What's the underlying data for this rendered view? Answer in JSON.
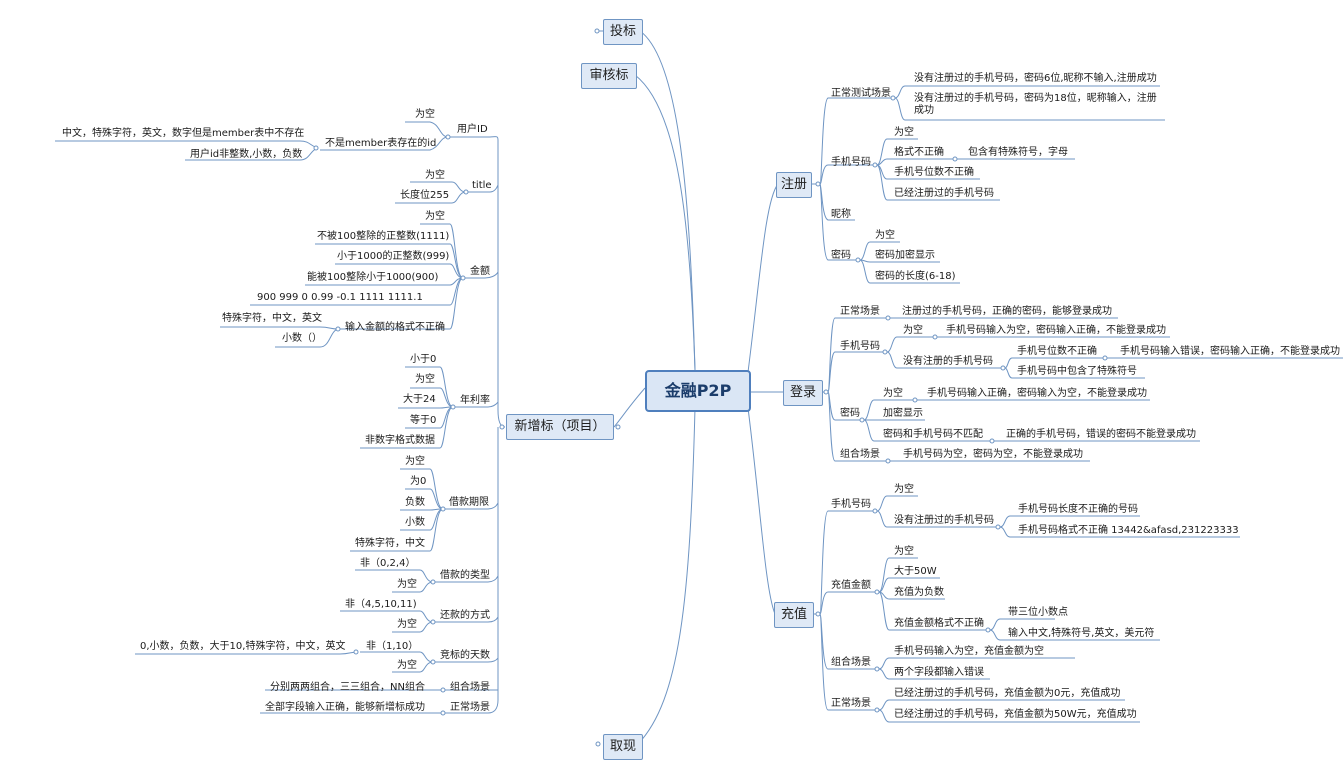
{
  "root": "金融P2P",
  "branches": {
    "toubiao": "投标",
    "shenhe": "审核标",
    "xinzeng": "新增标（项目）",
    "quxian": "取现",
    "zhuce": "注册",
    "denglu": "登录",
    "chongzhi": "充值"
  },
  "xinzeng": {
    "userid": {
      "label": "用户ID",
      "empty": "为空",
      "not_member": "不是member表存在的id",
      "nm1": "中文，特殊字符，英文，数字但是member表中不存在",
      "nm2": "用户id非整数,小数，负数"
    },
    "title": {
      "label": "title",
      "empty": "为空",
      "len": "长度位255"
    },
    "amount": {
      "label": "金额",
      "empty": "为空",
      "a1": "不被100整除的正整数(1111)",
      "a2": "小于1000的正整数(999)",
      "a3": "能被100整除小于1000(900)",
      "a4": "900    999    0    0.99   -0.1      1111 1111.1",
      "fmt": "输入金额的格式不正确",
      "f1": "特殊字符，中文，英文",
      "f2": "小数（）"
    },
    "rate": {
      "label": "年利率",
      "r1": "小于0",
      "r2": "为空",
      "r3": "大于24",
      "r4": "等于0",
      "r5": "非数字格式数据"
    },
    "term": {
      "label": "借款期限",
      "t1": "为空",
      "t2": "为0",
      "t3": "负数",
      "t4": "小数",
      "t5": "特殊字符，中文"
    },
    "loantype": {
      "label": "借款的类型",
      "v1": "非（0,2,4）",
      "v2": "为空"
    },
    "repay": {
      "label": "还款的方式",
      "v1": "非（4,5,10,11)",
      "v2": "为空"
    },
    "days": {
      "label": "竞标的天数",
      "v1": "非（1,10）",
      "v1a": "0,小数，负数，大于10,特殊字符，中文，英文",
      "v2": "为空"
    },
    "combo": {
      "label": "组合场景",
      "v1": "分别两两组合，三三组合，NN组合"
    },
    "normal": {
      "label": "正常场景",
      "v1": "全部字段输入正确，能够新增标成功"
    }
  },
  "zhuce": {
    "normal": {
      "label": "正常测试场景",
      "n1": "没有注册过的手机号码，密码6位,昵称不输入,注册成功",
      "n2": "没有注册过的手机号码，密码为18位，昵称输入，注册成功"
    },
    "phone": {
      "label": "手机号码",
      "p1": "为空",
      "p2": "格式不正确",
      "p2a": "包含有特殊符号，字母",
      "p3": "手机号位数不正确",
      "p4": "已经注册过的手机号码"
    },
    "nick": {
      "label": "昵称"
    },
    "pwd": {
      "label": "密码",
      "w1": "为空",
      "w2": "密码加密显示",
      "w3": "密码的长度(6-18)"
    }
  },
  "denglu": {
    "normal": {
      "label": "正常场景",
      "v1": "注册过的手机号码，正确的密码，能够登录成功"
    },
    "phone": {
      "label": "手机号码",
      "p1": "为空",
      "p1a": "手机号码输入为空，密码输入正确，不能登录成功",
      "p2": "没有注册的手机号码",
      "p2a": "手机号位数不正确",
      "p2a1": "手机号码输入错误，密码输入正确，不能登录成功",
      "p2b": "手机号码中包含了特殊符号"
    },
    "pwd": {
      "label": "密码",
      "w1": "为空",
      "w1a": "手机号码输入正确，密码输入为空，不能登录成功",
      "w2": "加密显示",
      "w3": "密码和手机号码不匹配",
      "w3a": "正确的手机号码，错误的密码不能登录成功"
    },
    "combo": {
      "label": "组合场景",
      "v1": "手机号码为空，密码为空，不能登录成功"
    }
  },
  "chongzhi": {
    "phone": {
      "label": "手机号码",
      "p1": "为空",
      "p2": "没有注册过的手机号码",
      "p2a": "手机号码长度不正确的号码",
      "p2b": "手机号码格式不正确 13442&afasd,231223333"
    },
    "amount": {
      "label": "充值金额",
      "a1": "为空",
      "a2": "大于50W",
      "a3": "充值为负数",
      "a4": "充值金额格式不正确",
      "a4a": "带三位小数点",
      "a4b": "输入中文,特殊符号,英文，美元符"
    },
    "combo": {
      "label": "组合场景",
      "v1": "手机号码输入为空，充值金额为空",
      "v2": "两个字段都输入错误"
    },
    "normal": {
      "label": "正常场景",
      "v1": "已经注册过的手机号码，充值金额为0元，充值成功",
      "v2": "已经注册过的手机号码，充值金额为50W元，充值成功"
    }
  },
  "colors": {
    "line": "#6f95c3",
    "node_fill": "#dfe9f6",
    "root_border": "#4f7fbd"
  }
}
